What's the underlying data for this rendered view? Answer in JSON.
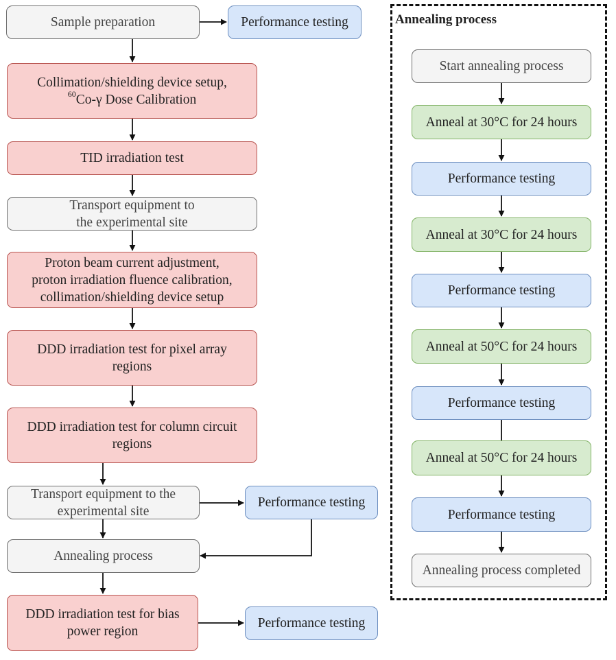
{
  "main_flow": {
    "sample_preparation": "Sample preparation",
    "collimation_setup_line1": "Collimation/shielding device setup,",
    "collimation_setup_sup": "60",
    "collimation_setup_line2": "Co-γ Dose Calibration",
    "tid_irradiation": "TID irradiation test",
    "transport_1": "Transport equipment to\nthe experimental site",
    "proton_setup": "Proton beam current adjustment,\nproton irradiation fluence calibration,\ncollimation/shielding device setup",
    "ddd_pixel_array": "DDD irradiation test for pixel array\nregions",
    "ddd_column_circuit": "DDD irradiation test for column circuit\nregions",
    "transport_2": "Transport equipment to the\nexperimental site",
    "annealing_process": "Annealing process",
    "ddd_bias_power": "DDD irradiation test for bias\npower region"
  },
  "side_tests": {
    "performance_testing_top": "Performance testing",
    "performance_testing_mid": "Performance testing",
    "performance_testing_bottom": "Performance testing"
  },
  "annealing_panel": {
    "title": "Annealing process",
    "start": "Start annealing process",
    "step1": "Anneal at 30°C for 24 hours",
    "test1": "Performance testing",
    "step2": "Anneal at 30°C for 24 hours",
    "test2": "Performance testing",
    "step3": "Anneal at 50°C for 24 hours",
    "test3": "Performance testing",
    "step4": "Anneal at 50°C for 24 hours",
    "test4": "Performance testing",
    "completed": "Annealing process completed"
  },
  "colors": {
    "process_gray": "#f4f4f4",
    "testing_blue": "#d7e6fa",
    "irradiation_red": "#f9d0cf",
    "anneal_green": "#d7ebcf"
  }
}
